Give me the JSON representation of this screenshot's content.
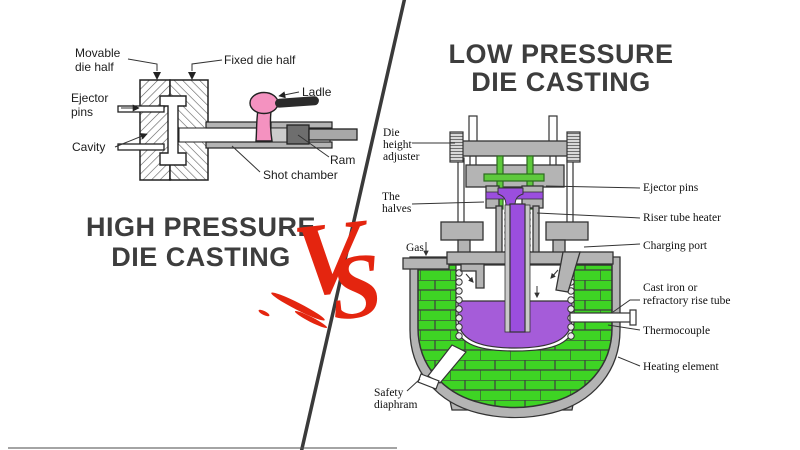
{
  "left_panel": {
    "title_line1": "HIGH PRESSURE",
    "title_line2": "DIE CASTING",
    "labels": {
      "movable_die_half": [
        "Movable",
        "die half"
      ],
      "fixed_die_half": "Fixed die half",
      "ejector_pins": [
        "Ejector",
        "pins"
      ],
      "cavity": "Cavity",
      "ladle": "Ladle",
      "ram": "Ram",
      "shot_chamber": "Shot chamber"
    }
  },
  "divider": {
    "vs_v": "V",
    "vs_s": "S"
  },
  "right_panel": {
    "title_line1": "LOW PRESSURE",
    "title_line2": "DIE CASTING",
    "labels": {
      "die_height_adjuster": [
        "Die",
        "height",
        "adjuster"
      ],
      "the_halves": [
        "The",
        "halves"
      ],
      "gas": "Gas",
      "safety_diaphram": [
        "Safety",
        "diaphram"
      ],
      "ejector_pins": "Ejector pins",
      "riser_tube_heater": "Riser tube heater",
      "charging_port": "Charging port",
      "cast_iron": [
        "Cast iron or",
        "refractory rise tube"
      ],
      "thermocouple": "Thermocouple",
      "heating_element": "Heating element"
    }
  },
  "palette": {
    "vs_red": "#e4250f",
    "molten_pink": "#f492c0",
    "molten_purple": "#a55cd9",
    "tube_purple": "#9b4ede",
    "brick_green": "#3ed424",
    "pin_green": "#5ec93c",
    "machine_gray": "#b4b4b4",
    "title_gray": "#3d3d3d"
  }
}
